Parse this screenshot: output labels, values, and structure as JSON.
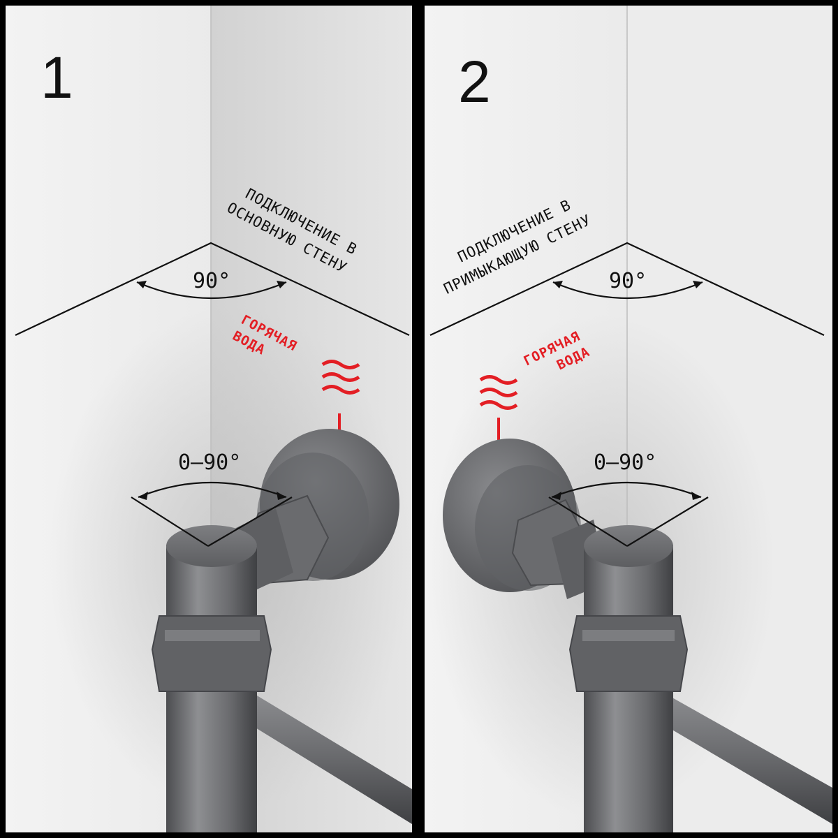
{
  "panels": [
    {
      "number": "1",
      "caption_line1": "ПОДКЛЮЧЕНИЕ В",
      "caption_line2": "ОСНОВНУЮ СТЕНУ",
      "hot_line1": "ГОРЯЧАЯ",
      "hot_line2": "ВОДА",
      "corner_angle": "90°",
      "valve_angle": "0–90°"
    },
    {
      "number": "2",
      "caption_line1": "ПОДКЛЮЧЕНИЕ В",
      "caption_line2": "ПРИМЫКАЮЩУЮ СТЕНУ",
      "hot_line1": "ГОРЯЧАЯ",
      "hot_line2": "ВОДА",
      "corner_angle": "90°",
      "valve_angle": "0–90°"
    }
  ],
  "colors": {
    "hot_water": "#e31e24",
    "frame": "#000000",
    "metal": "#6f7073"
  }
}
